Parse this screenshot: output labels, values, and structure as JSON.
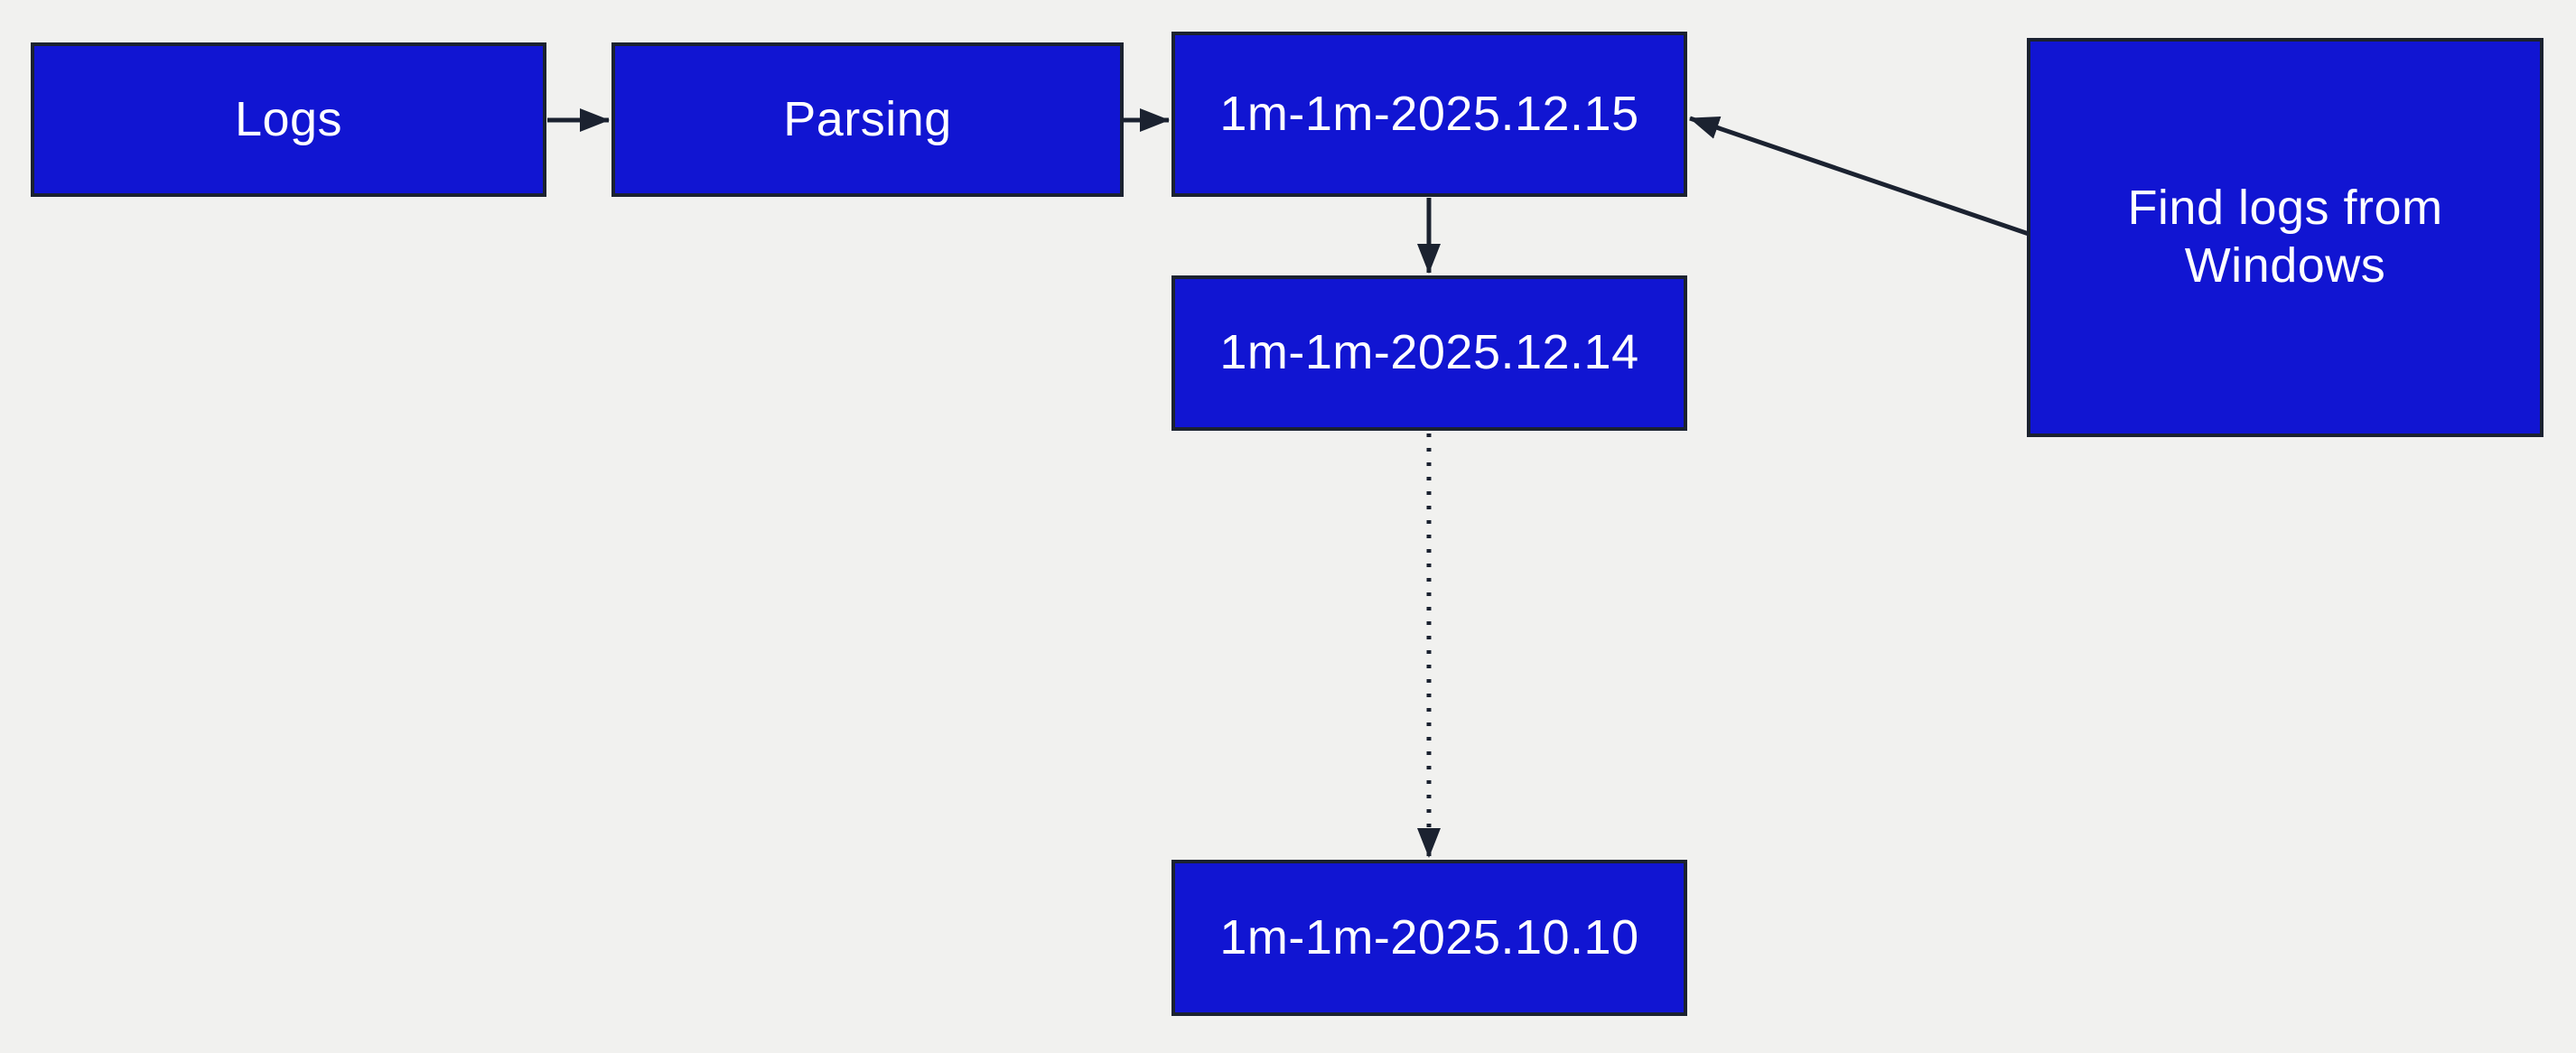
{
  "diagram": {
    "nodes": [
      {
        "id": "logs",
        "label": "Logs"
      },
      {
        "id": "parsing",
        "label": "Parsing"
      },
      {
        "id": "index-2025-12-15",
        "label": "1m-1m-2025.12.15"
      },
      {
        "id": "index-2025-12-14",
        "label": "1m-1m-2025.12.14"
      },
      {
        "id": "index-2025-10-10",
        "label": "1m-1m-2025.10.10"
      },
      {
        "id": "find-logs-from-windows",
        "label": "Find logs from Windows"
      }
    ],
    "edges": [
      {
        "from": "logs",
        "to": "parsing",
        "style": "solid-arrow"
      },
      {
        "from": "parsing",
        "to": "index-2025-12-15",
        "style": "solid-arrow"
      },
      {
        "from": "index-2025-12-15",
        "to": "index-2025-12-14",
        "style": "solid-arrow"
      },
      {
        "from": "index-2025-12-14",
        "to": "index-2025-10-10",
        "style": "dotted-arrow"
      },
      {
        "from": "find-logs-from-windows",
        "to": "index-2025-12-15",
        "style": "solid-arrow"
      }
    ],
    "colors": {
      "background": "#f1f1ef",
      "node_fill": "#1115d2",
      "node_border": "#1b2230",
      "node_text": "#ffffff",
      "connector": "#1b2230"
    }
  }
}
